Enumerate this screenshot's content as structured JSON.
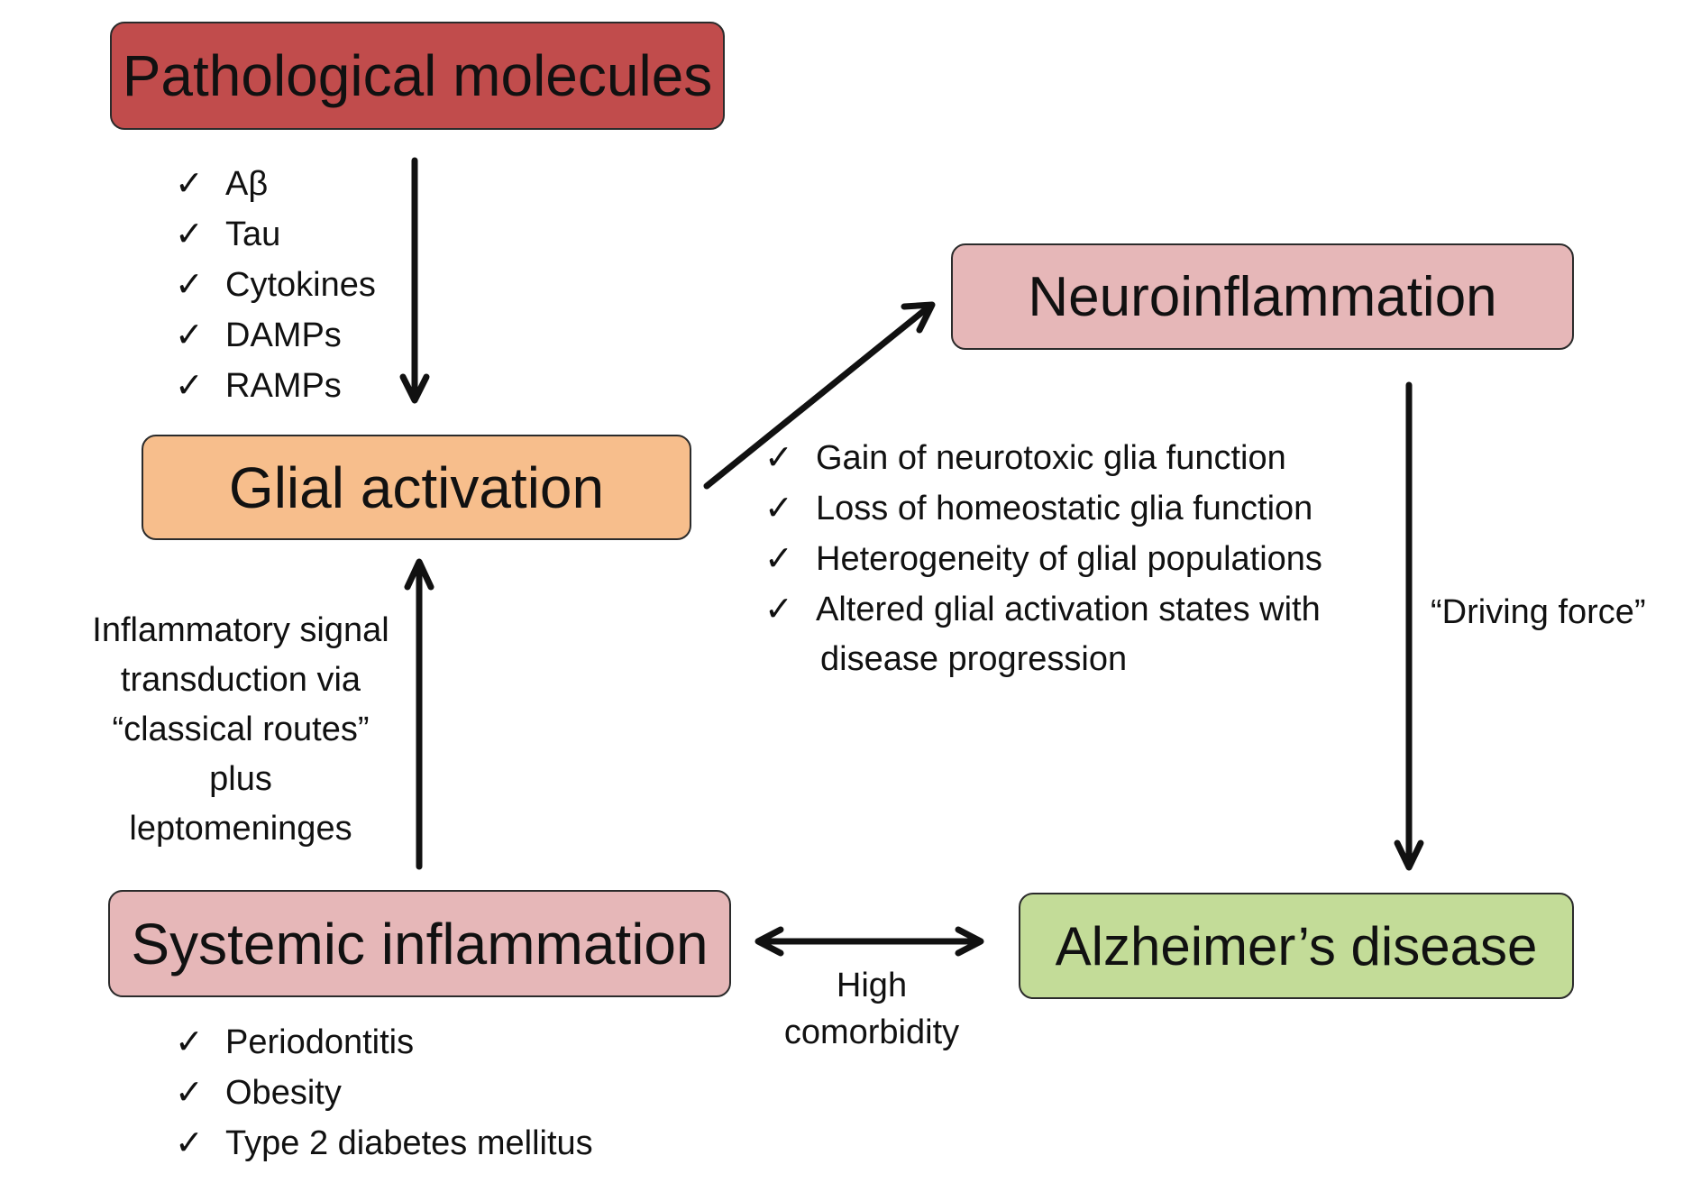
{
  "colors": {
    "pathological": "#c14c4c",
    "glial": "#f7be8c",
    "neuro": "#e6b7b8",
    "systemic": "#e6b7b8",
    "alzheimer": "#c3dc98",
    "ink": "#111111"
  },
  "icons": {
    "check": "check-icon"
  },
  "nodes": {
    "pathological": "Pathological molecules",
    "glial": "Glial activation",
    "neuro": "Neuroinflammation",
    "systemic": "Systemic inflammation",
    "alzheimer": "Alzheimer’s disease"
  },
  "check_mark": "✓",
  "lists": {
    "pathological_items": [
      "Aβ",
      "Tau",
      "Cytokines",
      "DAMPs",
      "RAMPs"
    ],
    "glial_features": [
      "Gain of neurotoxic glia function",
      "Loss of homeostatic glia function",
      "Heterogeneity of glial populations",
      "Altered glial activation states with"
    ],
    "glial_features_continuation": "disease progression",
    "systemic_items": [
      "Periodontitis",
      "Obesity",
      "Type 2 diabetes mellitus"
    ]
  },
  "labels": {
    "signal_lines": [
      "Inflammatory signal",
      "transduction via",
      "“classical routes”",
      "plus",
      "leptomeninges"
    ],
    "driving_force": "“Driving force”",
    "comorbidity_lines": [
      "High",
      "comorbidity"
    ]
  }
}
